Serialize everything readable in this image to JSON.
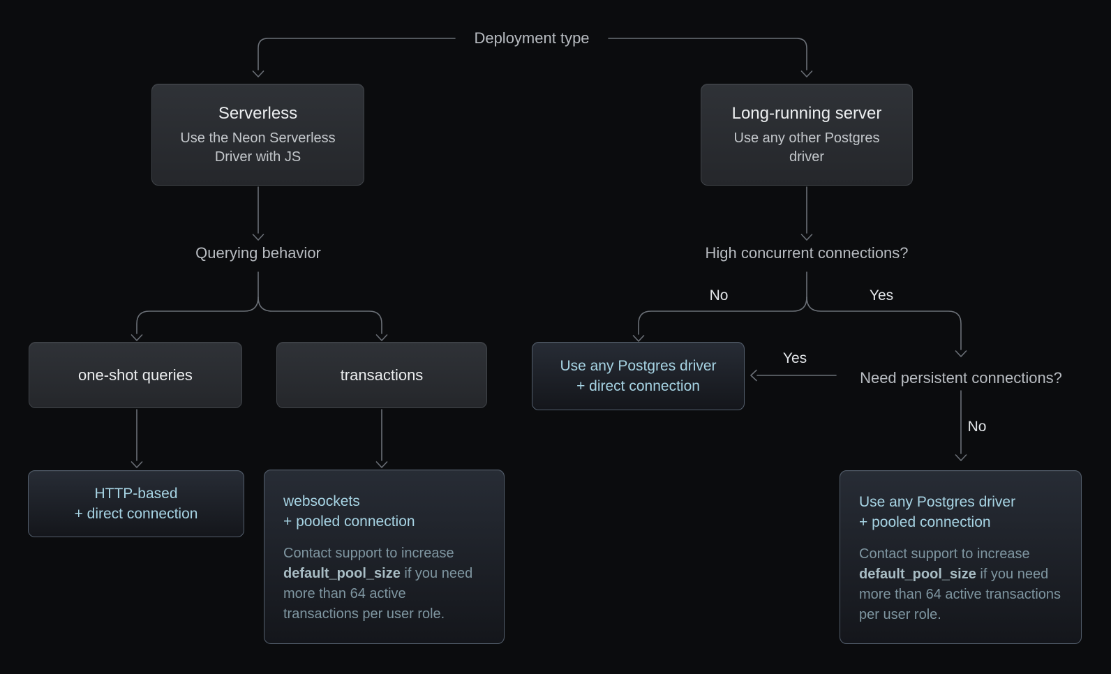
{
  "colors": {
    "background": "#0b0c0e",
    "connector": "#6b7077",
    "label_text": "#b8bcc1",
    "edge_label_text": "#e3e6e9",
    "decision_box_text": "#eceef0",
    "decision_box_subtext": "#c4c8cc",
    "result_title_text": "#a7d4e4",
    "result_note_text": "#7f96a1",
    "result_note_code_text": "#a9bdc5"
  },
  "root": {
    "label": "Deployment type"
  },
  "branch_labels": {
    "querying_behavior": "Querying behavior",
    "high_concurrent": "High concurrent connections?",
    "need_persistent": "Need persistent connections?"
  },
  "edge_labels": {
    "hc_no": "No",
    "hc_yes": "Yes",
    "np_yes": "Yes",
    "np_no": "No"
  },
  "nodes": {
    "serverless": {
      "title": "Serverless",
      "subtitle": "Use the Neon Serverless Driver with JS"
    },
    "long_running": {
      "title": "Long-running server",
      "subtitle": "Use any other Postgres driver"
    },
    "one_shot": {
      "label": "one-shot queries"
    },
    "transactions": {
      "label": "transactions"
    },
    "http_direct": {
      "line1": "HTTP-based",
      "line2": "+ direct connection"
    },
    "ws_pooled": {
      "line1": "websockets",
      "line2": "+ pooled connection",
      "note_before": "Contact support to increase",
      "note_code": "default_pool_size",
      "note_after": "if you need more than 64 active transactions per user role."
    },
    "pg_direct": {
      "line1": "Use any Postgres driver",
      "line2": "+ direct connection"
    },
    "pg_pooled": {
      "line1": "Use any Postgres driver",
      "line2": "+ pooled connection",
      "note_before": "Contact support to increase",
      "note_code": "default_pool_size",
      "note_after": "if you need more than 64 active transactions per user role."
    }
  }
}
